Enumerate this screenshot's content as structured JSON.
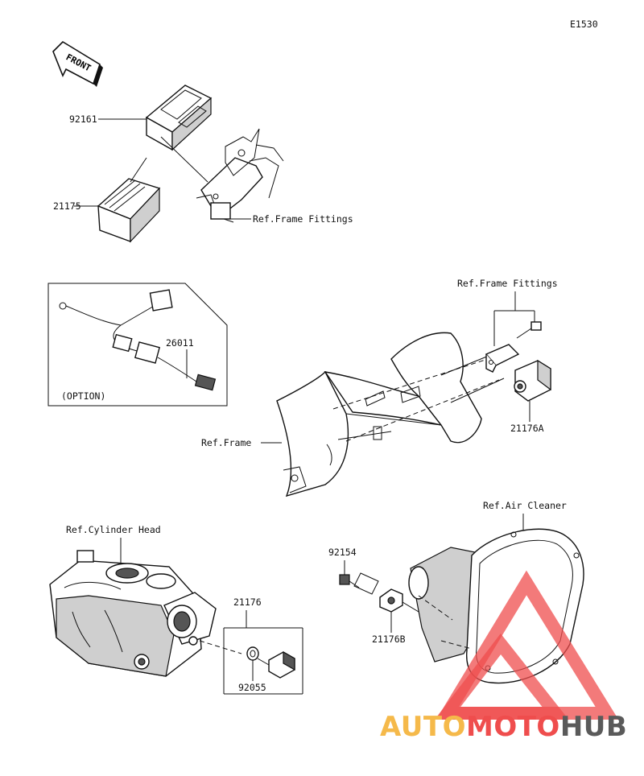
{
  "diagram_code": "E1530",
  "front_label": "FRONT",
  "labels": {
    "p92161": "92161",
    "p21175": "21175",
    "ref_frame_fittings_top": "Ref.Frame Fittings",
    "p26011": "26011",
    "option": "(OPTION)",
    "ref_frame_fittings_mid": "Ref.Frame Fittings",
    "ref_frame": "Ref.Frame",
    "p21176A": "21176A",
    "ref_air_cleaner": "Ref.Air Cleaner",
    "ref_cylinder_head": "Ref.Cylinder Head",
    "p92154": "92154",
    "p21176": "21176",
    "p21176B": "21176B",
    "p92055": "92055"
  },
  "watermark": {
    "part1": "AUTO",
    "part2": "MOTO",
    "part3": "HUB",
    "colors": {
      "auto": "#f5b94a",
      "moto": "#ef4d4d",
      "hub": "#5a5a5a"
    }
  }
}
